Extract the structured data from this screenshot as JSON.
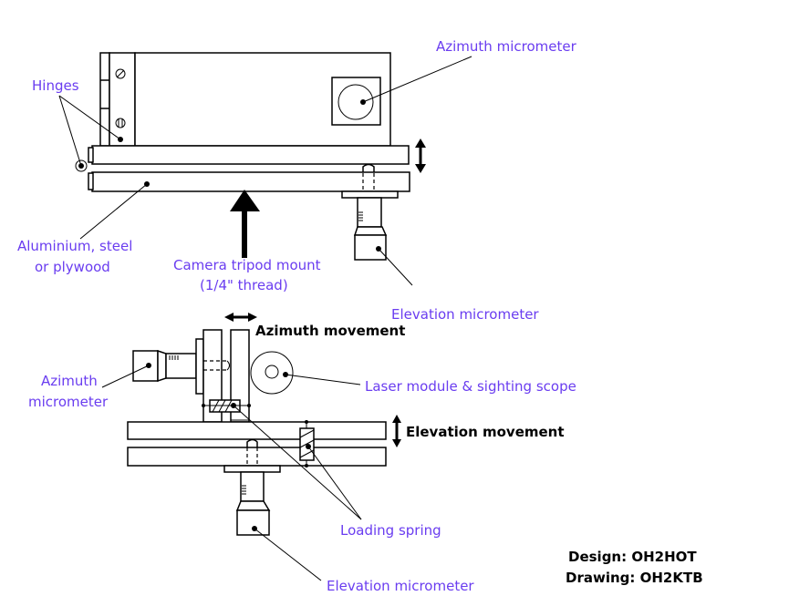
{
  "diagram": {
    "top_view": {
      "labels": {
        "azimuth_micrometer": "Azimuth micrometer",
        "hinges": "Hinges",
        "material_line1": "Aluminium, steel",
        "material_line2": "or plywood",
        "tripod_line1": "Camera tripod mount",
        "tripod_line2": "(1/4\" thread)",
        "elevation_micrometer": "Elevation micrometer"
      }
    },
    "side_view": {
      "labels": {
        "azimuth_movement": "Azimuth movement",
        "azimuth_micrometer_line1": "Azimuth",
        "azimuth_micrometer_line2": "micrometer",
        "laser_module": "Laser module & sighting scope",
        "elevation_movement": "Elevation movement",
        "loading_spring": "Loading spring",
        "elevation_micrometer": "Elevation micrometer"
      }
    },
    "credits": {
      "design": "Design: OH2HOT",
      "drawing": "Drawing: OH2KTB"
    },
    "colors": {
      "label": "#6a3df0",
      "line": "#000000",
      "background": "#ffffff"
    }
  }
}
